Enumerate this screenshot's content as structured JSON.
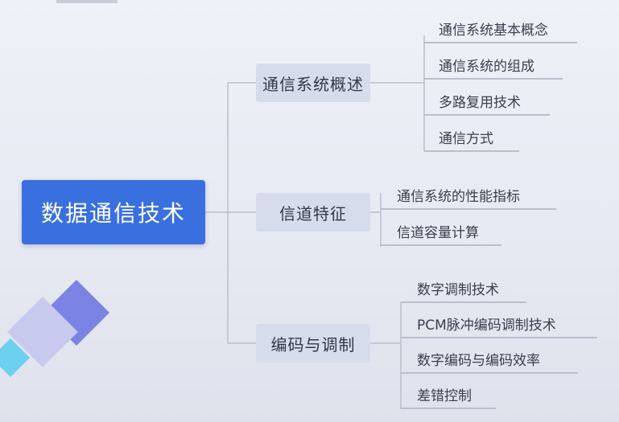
{
  "root": {
    "label": "数据通信技术"
  },
  "branches": [
    {
      "label": "通信系统概述",
      "leaves": [
        "通信系统基本概念",
        "通信系统的组成",
        "多路复用技术",
        "通信方式"
      ]
    },
    {
      "label": "信道特征",
      "leaves": [
        "通信系统的性能指标",
        "信道容量计算"
      ]
    },
    {
      "label": "编码与调制",
      "leaves": [
        "数字调制技术",
        "PCM脉冲编码调制技术",
        "数字编码与编码效率",
        "差错控制"
      ]
    }
  ],
  "colors": {
    "root_bg": "#3a6fe0",
    "branch_bg": "#d6dcec",
    "connector": "#b9bfce"
  }
}
